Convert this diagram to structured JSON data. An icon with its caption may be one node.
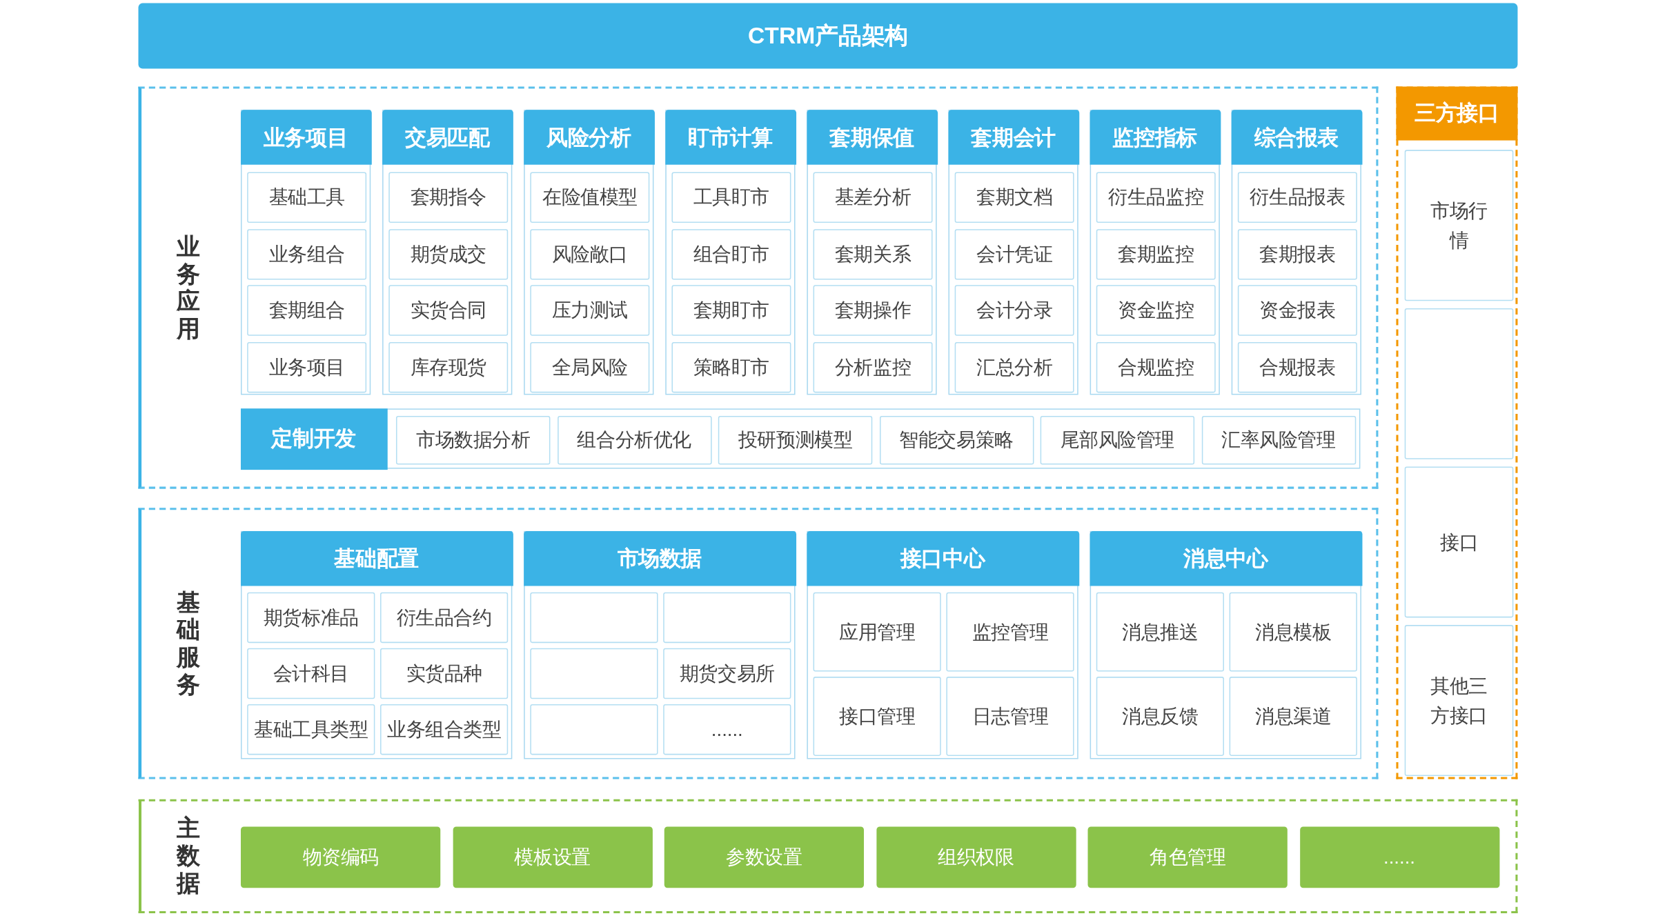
{
  "diagram": {
    "title": "CTRM产品架构",
    "nodes": [
      {
        "text": [
          "业务应用"
        ]
      },
      {
        "text": [
          "业务项目"
        ],
        "in": 0
      },
      {
        "text": [
          "基础工具"
        ],
        "in": 1
      },
      {
        "text": [
          "业务组合"
        ],
        "in": 1
      },
      {
        "text": [
          "套期组合"
        ],
        "in": 1
      },
      {
        "text": [
          "业务项目"
        ],
        "in": 1
      },
      {
        "text": [
          "交易匹配"
        ],
        "in": 0
      },
      {
        "text": [
          "套期指令"
        ],
        "in": 6
      },
      {
        "text": [
          "期货成交"
        ],
        "in": 6
      },
      {
        "text": [
          "实货合同"
        ],
        "in": 6
      },
      {
        "text": [
          "库存现货"
        ],
        "in": 6
      },
      {
        "text": [
          "风险分析"
        ],
        "in": 0
      },
      {
        "text": [
          "在险值模型"
        ],
        "in": 11
      },
      {
        "text": [
          "风险敞口"
        ],
        "in": 11
      },
      {
        "text": [
          "压力测试"
        ],
        "in": 11
      },
      {
        "text": [
          "全局风险"
        ],
        "in": 11
      },
      {
        "text": [
          "盯市计算"
        ],
        "in": 0
      },
      {
        "text": [
          "工具盯市"
        ],
        "in": 16
      },
      {
        "text": [
          "组合盯市"
        ],
        "in": 16
      },
      {
        "text": [
          "套期盯市"
        ],
        "in": 16
      },
      {
        "text": [
          "策略盯市"
        ],
        "in": 16
      },
      {
        "text": [
          "套期保值"
        ],
        "in": 0
      },
      {
        "text": [
          "基差分析"
        ],
        "in": 21
      },
      {
        "text": [
          "套期关系"
        ],
        "in": 21
      },
      {
        "text": [
          "套期操作"
        ],
        "in": 21
      },
      {
        "text": [
          "分析监控"
        ],
        "in": 21
      },
      {
        "text": [
          "套期会计"
        ],
        "in": 0
      },
      {
        "text": [
          "套期文档"
        ],
        "in": 26
      },
      {
        "text": [
          "会计凭证"
        ],
        "in": 26
      },
      {
        "text": [
          "会计分录"
        ],
        "in": 26
      },
      {
        "text": [
          "汇总分析"
        ],
        "in": 26
      },
      {
        "text": [
          "监控指标"
        ],
        "in": 0
      },
      {
        "text": [
          "衍生品监控"
        ],
        "in": 31
      },
      {
        "text": [
          "套期监控"
        ],
        "in": 31
      },
      {
        "text": [
          "资金监控"
        ],
        "in": 31
      },
      {
        "text": [
          "合规监控"
        ],
        "in": 31
      },
      {
        "text": [
          "综合报表"
        ],
        "in": 0
      },
      {
        "text": [
          "衍生品报表"
        ],
        "in": 36
      },
      {
        "text": [
          "套期报表"
        ],
        "in": 36
      },
      {
        "text": [
          "资金报表"
        ],
        "in": 36
      },
      {
        "text": [
          "合规报表"
        ],
        "in": 36
      },
      {
        "text": [
          "定制开发"
        ],
        "in": 0
      },
      {
        "text": [
          "市场数据分析"
        ],
        "in": 41
      },
      {
        "text": [
          "组合分析优化"
        ],
        "in": 41
      },
      {
        "text": [
          "投研预测模型"
        ],
        "in": 41
      },
      {
        "text": [
          "智能交易策略"
        ],
        "in": 41
      },
      {
        "text": [
          "尾部风险管理"
        ],
        "in": 41
      },
      {
        "text": [
          "汇率风险管理"
        ],
        "in": 41
      },
      {
        "text": [
          "基础服务"
        ]
      },
      {
        "text": [
          "基础配置"
        ],
        "in": 48
      },
      {
        "text": [
          "期货标准品"
        ],
        "in": 49
      },
      {
        "text": [
          "衍生品合约"
        ],
        "in": 49
      },
      {
        "text": [
          "会计科目"
        ],
        "in": 49
      },
      {
        "text": [
          "实货品种"
        ],
        "in": 49
      },
      {
        "text": [
          "基础工具类型"
        ],
        "in": 49
      },
      {
        "text": [
          "业务组合类型"
        ],
        "in": 49
      },
      {
        "text": [
          "市场数据"
        ],
        "in": 48
      },
      {
        "text": [],
        "shape": "box",
        "in": 56
      },
      {
        "text": [],
        "shape": "box",
        "in": 56
      },
      {
        "text": [],
        "shape": "box",
        "in": 56
      },
      {
        "text": [
          "期货交易所"
        ],
        "in": 56
      },
      {
        "text": [],
        "shape": "box",
        "in": 56
      },
      {
        "text": [
          "......"
        ],
        "in": 56
      },
      {
        "text": [
          "接口中心"
        ],
        "in": 48
      },
      {
        "text": [
          "应用管理"
        ],
        "in": 63
      },
      {
        "text": [
          "监控管理"
        ],
        "in": 63
      },
      {
        "text": [
          "接口管理"
        ],
        "in": 63
      },
      {
        "text": [
          "日志管理"
        ],
        "in": 63
      },
      {
        "text": [
          "消息中心"
        ],
        "in": 48
      },
      {
        "text": [
          "消息推送"
        ],
        "in": 68
      },
      {
        "text": [
          "消息模板"
        ],
        "in": 68
      },
      {
        "text": [
          "消息反馈"
        ],
        "in": 68
      },
      {
        "text": [
          "消息渠道"
        ],
        "in": 68
      },
      {
        "text": [
          "主数据"
        ]
      },
      {
        "text": [
          "物资编码"
        ],
        "in": 73
      },
      {
        "text": [
          "模板设置"
        ],
        "in": 73
      },
      {
        "text": [
          "参数设置"
        ],
        "in": 73
      },
      {
        "text": [
          "组织权限"
        ],
        "in": 73
      },
      {
        "text": [
          "角色管理"
        ],
        "in": 73
      },
      {
        "text": [
          "......"
        ],
        "in": 73
      },
      {
        "text": [
          "三方接口"
        ]
      },
      {
        "text": [
          "市场行情"
        ],
        "in": 80
      },
      {
        "text": [],
        "shape": "box",
        "in": 80
      },
      {
        "text": [
          "接口"
        ],
        "in": 80
      },
      {
        "text": [
          "其他三方接口"
        ],
        "in": 80
      }
    ]
  }
}
